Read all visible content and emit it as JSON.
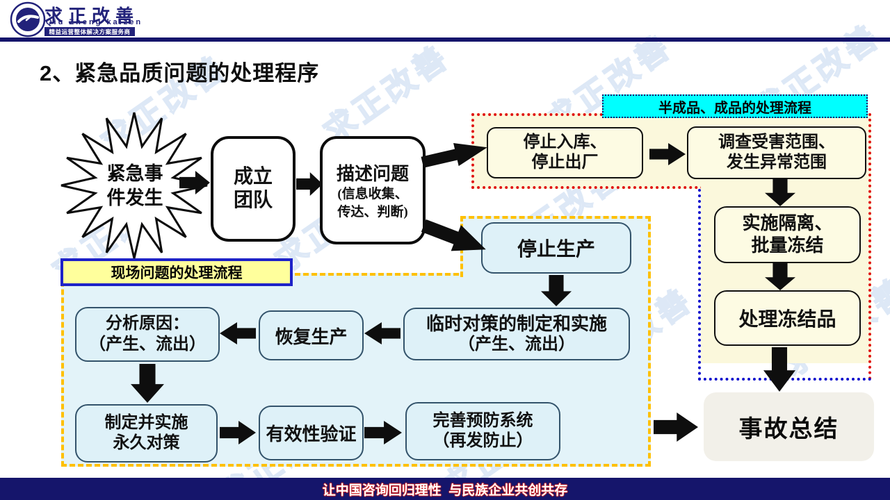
{
  "brand": {
    "name": "求正改善",
    "romanized": "Qiu Zheng kaizen",
    "tagline": "精益运营整体解决方案服务商"
  },
  "slide": {
    "title": "2、紧急品质问题的处理程序"
  },
  "watermark": "求正改善",
  "banners": {
    "semi_finished": "半成品、成品的处理流程",
    "onsite": "现场问题的处理流程"
  },
  "nodes": {
    "start": {
      "l1": "紧急事",
      "l2": "件发生"
    },
    "form_team": {
      "l1": "成立",
      "l2": "团队"
    },
    "describe": {
      "l1": "描述问题",
      "l2": "(信息收集、",
      "l3": "传达、判断)"
    },
    "stop_warehouse": {
      "l1": "停止入库、",
      "l2": "停止出厂"
    },
    "investigate": {
      "l1": "调查受害范围、",
      "l2": "发生异常范围"
    },
    "isolate": {
      "l1": "实施隔离、",
      "l2": "批量冻结"
    },
    "handle_frozen": {
      "l1": "处理冻结品"
    },
    "stop_production": {
      "l1": "停止生产"
    },
    "temp_measures": {
      "l1": "临时对策的制定和实施",
      "l2": "（产生、流出）"
    },
    "resume_production": {
      "l1": "恢复生产"
    },
    "analyze_cause": {
      "l1": "分析原因：",
      "l2": "（产生、流出）"
    },
    "permanent_measures": {
      "l1": "制定并实施",
      "l2": "永久对策"
    },
    "verify": {
      "l1": "有效性验证"
    },
    "prevention": {
      "l1": "完善预防系统",
      "l2": "（再发防止）"
    },
    "summary": {
      "l1": "事故总结"
    }
  },
  "footer": {
    "slogan": "让中国咨询回归理性  与民族企业共创共存"
  },
  "colors": {
    "navy": "#15156b",
    "red_dotted": "#e01010",
    "blue_dotted": "#0a0acc",
    "yellow_dashed": "#ffc000",
    "cyan_banner": "#00ffff",
    "cream_panel": "#fbf8dc",
    "light_blue_panel": "#e3f3f9",
    "label_yellow": "#ffff9c"
  }
}
